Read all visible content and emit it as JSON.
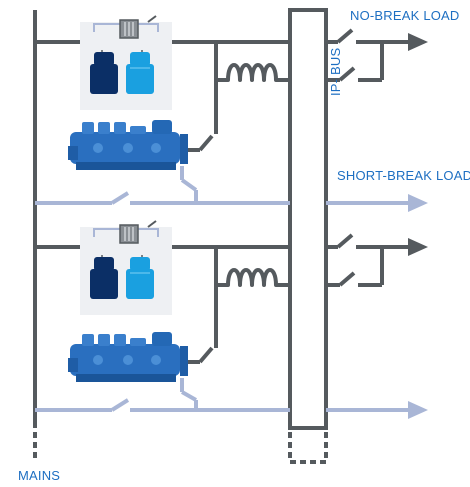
{
  "labels": {
    "no_break_load": "NO-BREAK LOAD",
    "short_break_load": "SHORT-BREAK LOAD",
    "mains": "MAINS",
    "ip_bus": "IP- BUS"
  },
  "colors": {
    "line_dark": "#555a5e",
    "line_light": "#a9b6d6",
    "label_blue": "#1e6fc2",
    "engine_blue": "#2a6fbf",
    "flywheel_navy": "#0b2f66",
    "flywheel_cyan": "#1aa0e0",
    "panel_bg": "#eef0f3"
  },
  "icons": {
    "engine": "diesel-engine-icon",
    "flywheel_pair": "flywheel-module-icon",
    "choke": "choke-inductor-icon",
    "switch": "switch-icon",
    "arrow": "arrow-right-icon"
  }
}
